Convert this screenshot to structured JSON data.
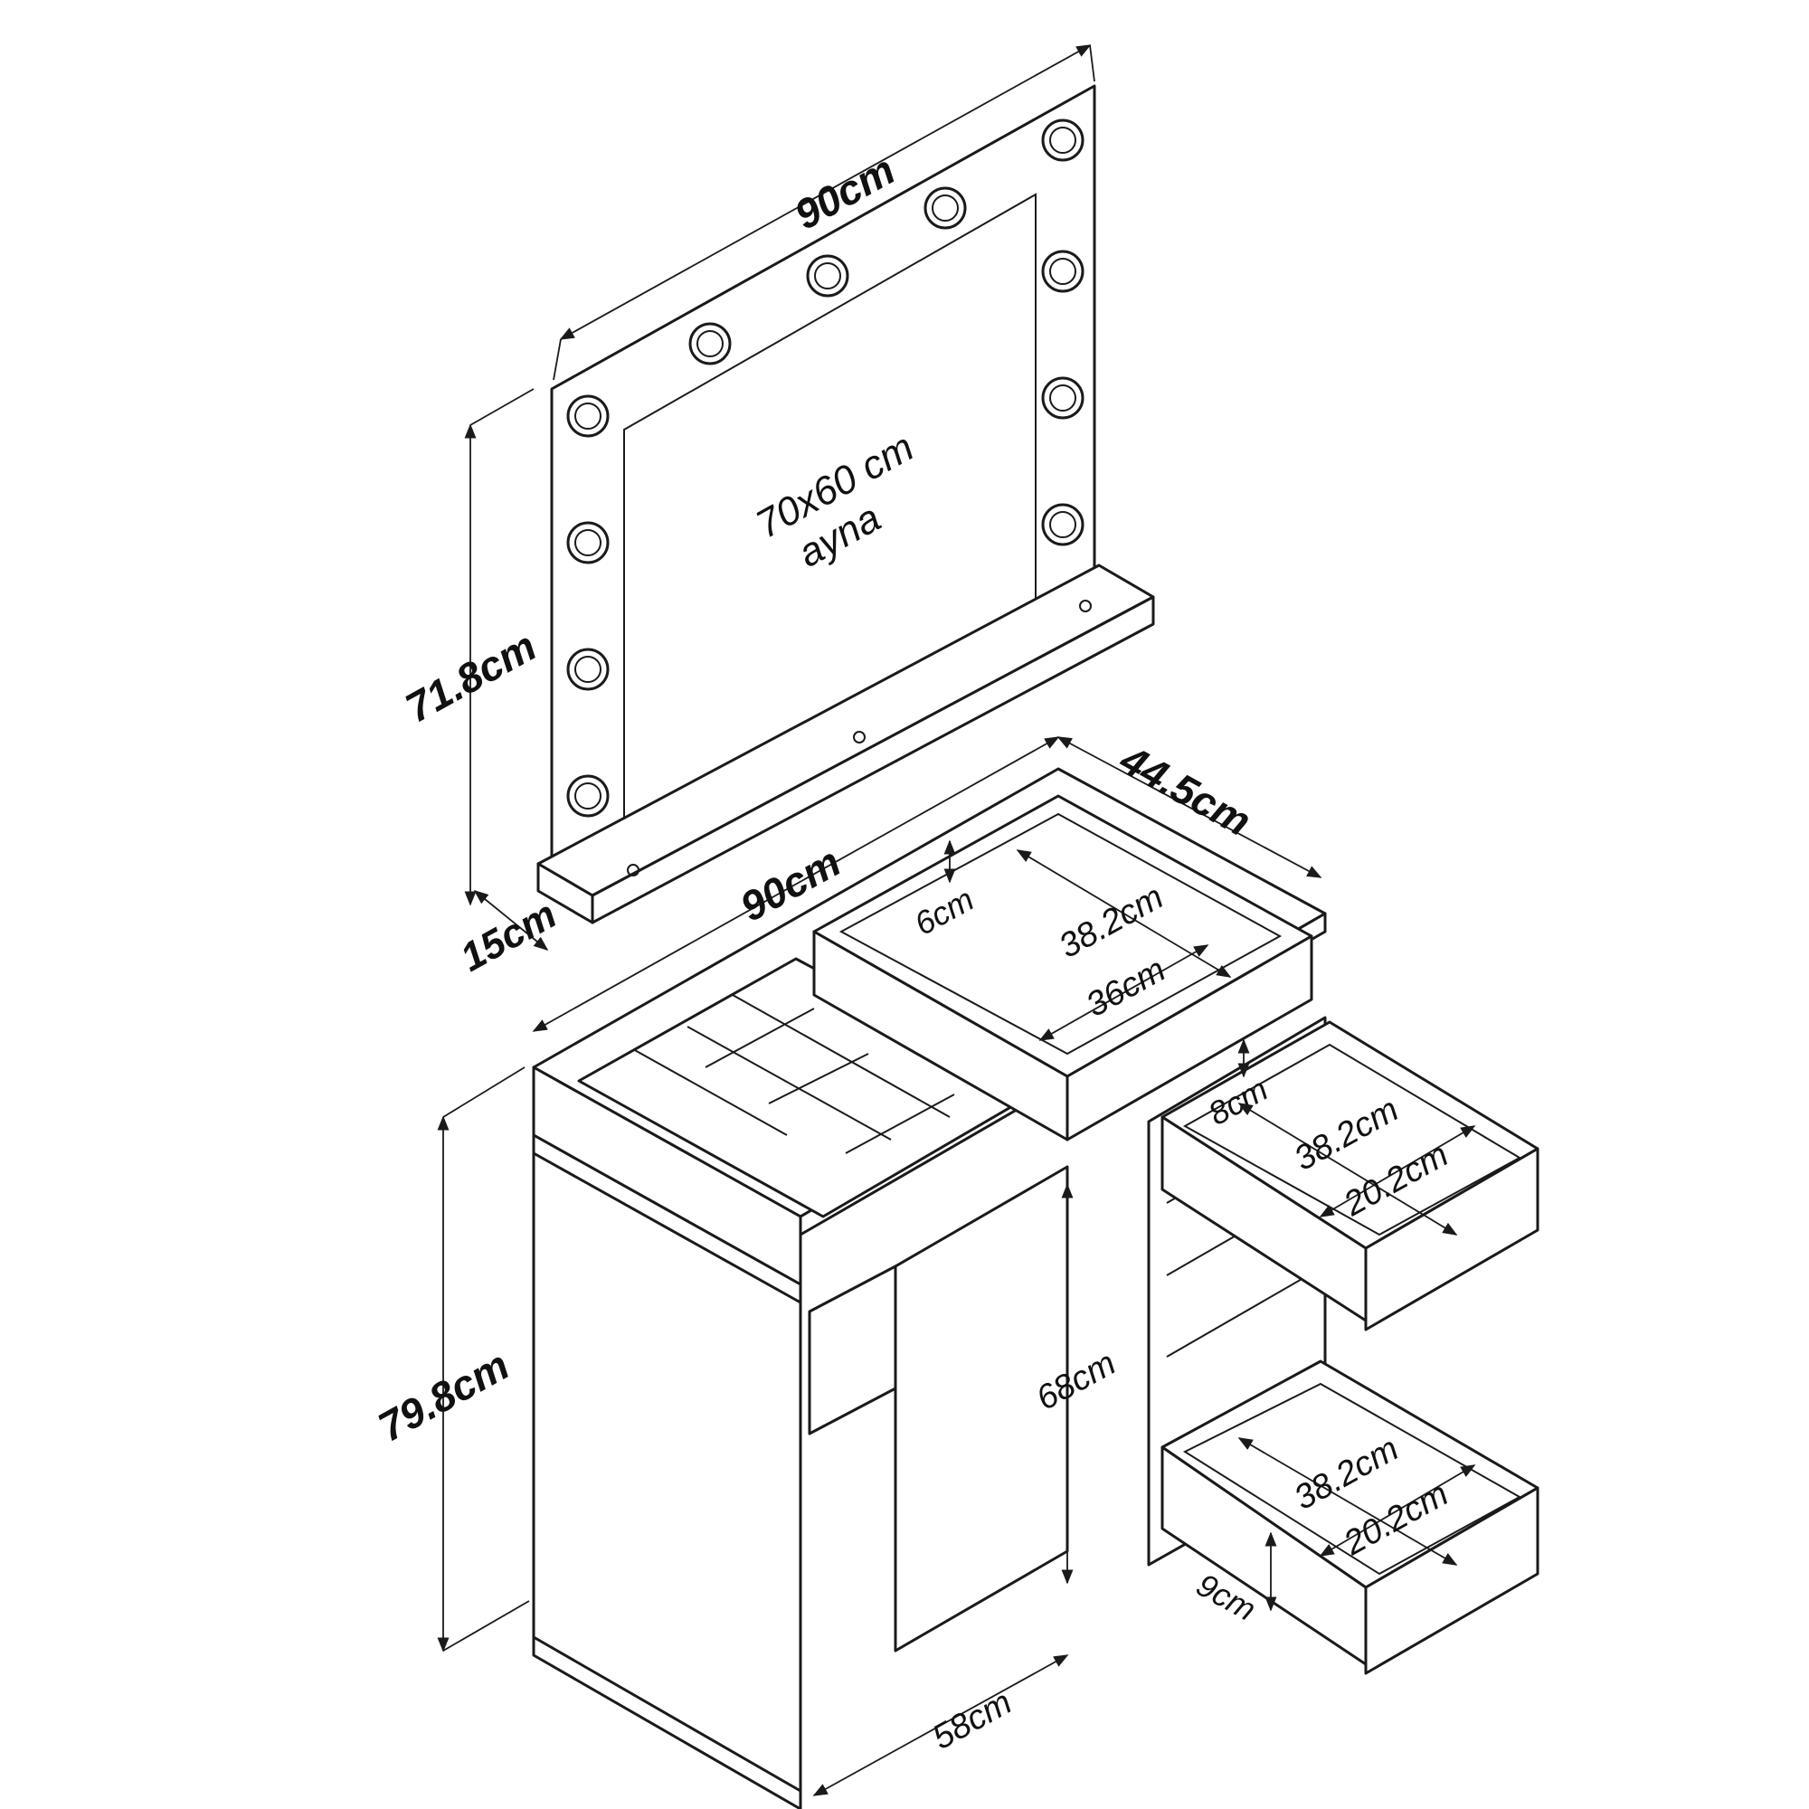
{
  "mirror": {
    "width_label": "90cm",
    "height_label": "71.8cm",
    "depth_label": "15cm",
    "glass_size_label": "70x60 cm",
    "glass_name_label": "ayna"
  },
  "table": {
    "width_label": "90cm",
    "depth_label": "44.5cm",
    "height_label": "79.8cm",
    "knee_height_label": "68cm",
    "knee_width_label": "58cm",
    "tray_depth_label": "6cm",
    "tray_length_label": "38.2cm",
    "tray_width_label": "36cm",
    "upper_drawer_depth_label": "8cm",
    "upper_drawer_length_label": "38.2cm",
    "upper_drawer_width_label": "20.2cm",
    "lower_drawer_depth_label": "9cm",
    "lower_drawer_length_label": "38.2cm",
    "lower_drawer_width_label": "20.2cm"
  },
  "colors": {
    "line": "#1a1a1a",
    "background": "#ffffff"
  }
}
